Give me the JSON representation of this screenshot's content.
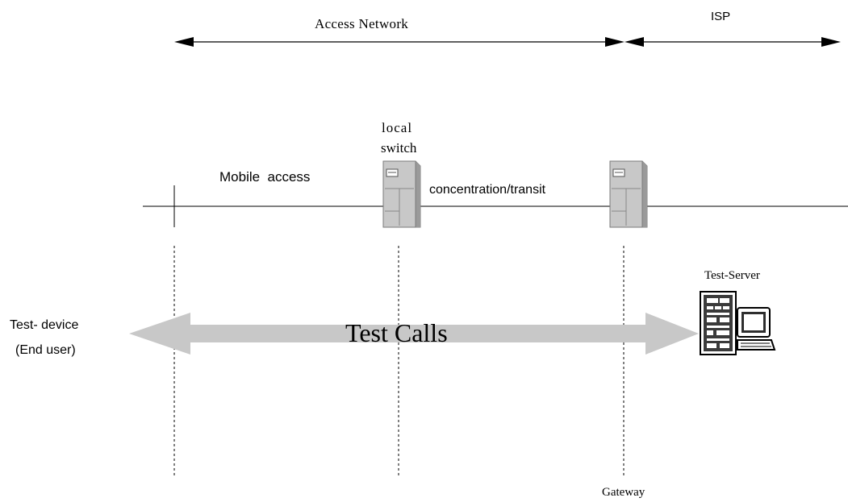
{
  "diagram": {
    "segments": {
      "access_network": "Access Network",
      "isp": "ISP"
    },
    "labels": {
      "mobile_access": "Mobile  access",
      "local_switch_line1": "local",
      "local_switch_line2": "switch",
      "concentration_transit": "concentration/transit",
      "test_server": "Test-Server",
      "test_device_line1": "Test- device",
      "test_device_line2": "(End user)",
      "test_calls": "Test Calls",
      "gateway": "Gateway"
    },
    "icons": {
      "local_switch": "server-tower-icon",
      "gateway_switch": "server-tower-icon",
      "test_server": "computer-terminal-icon"
    },
    "colors": {
      "line": "#000000",
      "arrow_fill": "#c8c8c8",
      "tower_body": "#c0c0c0"
    }
  }
}
